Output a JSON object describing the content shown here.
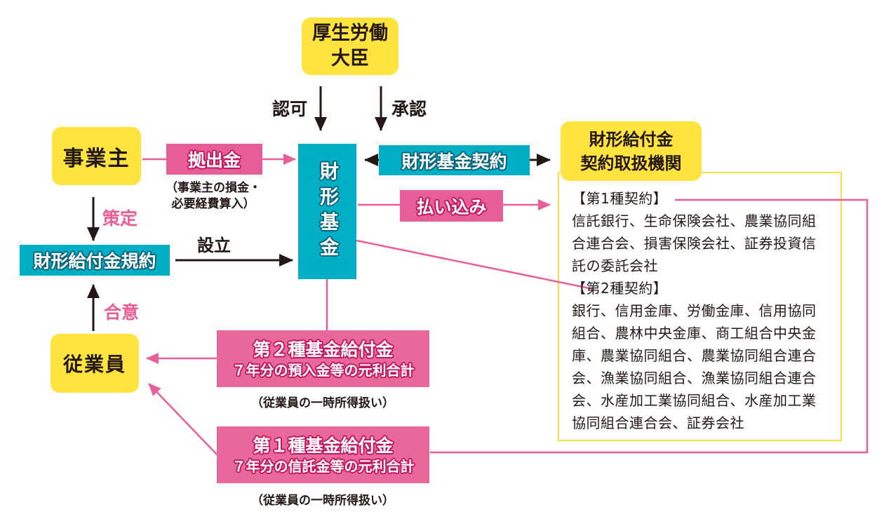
{
  "colors": {
    "yellow_box": "#FFE33E",
    "teal_box": "#00AEC5",
    "pink_box": "#E75D97",
    "pink_box_large": "#E8689D",
    "pink_line": "#E85E98",
    "teal_text_outline": "#09647A",
    "pink_text_outline": "#C21760",
    "ink": "#231815",
    "panel_border": "#F7E143"
  },
  "nodes": {
    "minister": {
      "line1": "厚生労働",
      "line2": "大臣"
    },
    "employer": {
      "label": "事業主"
    },
    "employee": {
      "label": "従業員"
    },
    "benefit_rules": {
      "label": "財形給付金規約"
    },
    "fund": {
      "label": "財形基金"
    },
    "fund_contract": {
      "label": "財形基金契約"
    },
    "handling_institution": {
      "line1": "財形給付金",
      "line2": "契約取扱機関"
    },
    "contribution": {
      "label": "拠出金"
    },
    "payment": {
      "label": "払い込み"
    },
    "type2_benefit": {
      "title": "第２種基金給付金",
      "subtitle": "７年分の預入金等の元利合計"
    },
    "type1_benefit": {
      "title": "第１種基金給付金",
      "subtitle": "７年分の信託金等の元利合計"
    }
  },
  "arrow_labels": {
    "authorization": "認可",
    "approval": "承認",
    "formulate": "策定",
    "establish": "設立",
    "agreement": "合意"
  },
  "notes": {
    "contribution_note_line1": "（事業主の損金・",
    "contribution_note_line2": "必要経費算入）",
    "temporary_income_note": "（従業員の一時所得扱い）"
  },
  "panel": {
    "lines": [
      "【第1種契約】",
      "信託銀行、生命保険会社、農業協同組",
      "合連合会、損害保険会社、証券投資信",
      "託の委託会社",
      "【第2種契約】",
      "銀行、信用金庫、労働金庫、信用協同",
      "組合、農林中央金庫、商工組合中央金",
      "庫、農業協同組合、農業協同組合連合",
      "会、漁業協同組合、漁業協同組合連合",
      "会、水産加工業協同組合、水産加工業",
      "協同組合連合会、証券会社"
    ]
  }
}
